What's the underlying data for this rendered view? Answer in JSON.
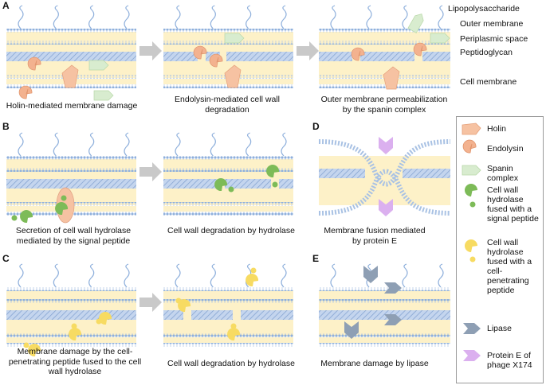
{
  "panels": {
    "a": {
      "letter": "A",
      "captions": [
        "Holin-mediated membrane damage",
        "Endolysin-mediated cell wall degradation",
        "Outer membrane permeabilization by the spanin complex"
      ],
      "layer_labels": [
        "Lipopolysaccharide",
        "Outer membrane",
        "Periplasmic space",
        "Peptidoglycan",
        "Cell membrane"
      ]
    },
    "b": {
      "letter": "B",
      "captions": [
        "Secretion of cell wall hydrolase mediated by the signal peptide",
        "Cell wall degradation by hydrolase"
      ]
    },
    "c": {
      "letter": "C",
      "captions": [
        "Membrane damage by the cell-penetrating peptide fused to the cell wall hydrolase",
        "Cell wall degradation by hydrolase"
      ]
    },
    "d": {
      "letter": "D",
      "captions": [
        "Membrane fusion mediated by protein E"
      ]
    },
    "e": {
      "letter": "E",
      "captions": [
        "Membrane damage by lipase"
      ]
    }
  },
  "legend": [
    {
      "label": "Holin",
      "icon": "holin-icon"
    },
    {
      "label": "Endolysin",
      "icon": "endolysin-icon"
    },
    {
      "label": "Spanin complex",
      "icon": "spanin-icon"
    },
    {
      "label": "Cell wall hydrolase fused with a signal peptide",
      "icon": "signal-hydrolase-icon"
    },
    {
      "label": "Cell wall hydrolase fused with a cell-penetrating peptide",
      "icon": "cpp-hydrolase-icon"
    },
    {
      "label": "Lipase",
      "icon": "lipase-icon"
    },
    {
      "label": "Protein E of phage X174",
      "icon": "protein-e-icon"
    }
  ],
  "colors": {
    "membrane_bg": "#fdf1c8",
    "lipid_head": "#a9c2e4",
    "peptidoglycan": "#b9cce8",
    "lps": "#8fb0dc",
    "holin": "#f6c2a2",
    "endolysin": "#f3b28f",
    "spanin": "#d8eccf",
    "signal_hydrolase": "#7dbb58",
    "cpp_hydrolase": "#f7db62",
    "lipase": "#8e9fb4",
    "protein_e": "#dbb0ef",
    "arrow": "#c9c9c9"
  }
}
